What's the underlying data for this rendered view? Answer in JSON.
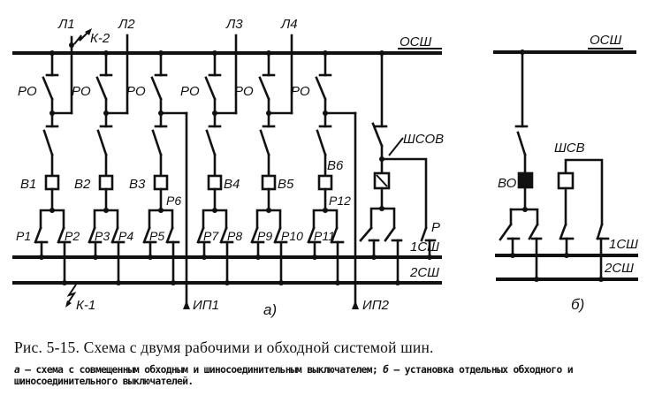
{
  "figure": {
    "panel_a_label": "а)",
    "panel_b_label": "б)"
  },
  "buses": {
    "bypass_a": "ОСШ",
    "bypass_b": "ОСШ",
    "bus1_a": "1СШ",
    "bus2_a": "2СШ",
    "bus1_b": "1СШ",
    "bus2_b": "2СШ"
  },
  "lines": [
    "Л1",
    "Л2",
    "Л3",
    "Л4"
  ],
  "faults": {
    "k1": "К-1",
    "k2": "К-2"
  },
  "sources": {
    "ip1": "ИП1",
    "ip2": "ИП2"
  },
  "bypass_disconnectors": [
    "РО",
    "РО",
    "РО",
    "РО",
    "РО",
    "РО"
  ],
  "breakers": [
    "В1",
    "В2",
    "В3",
    "В4",
    "В5",
    "В6"
  ],
  "bus_disconnectors": [
    "Р1",
    "Р2",
    "Р3",
    "Р4",
    "Р5",
    "Р6",
    "Р7",
    "Р8",
    "Р9",
    "Р10",
    "Р11",
    "Р12"
  ],
  "combined_breaker_a": "ШСОВ",
  "combined_disconnector_a": "Р",
  "bypass_breaker_b": "ВО",
  "bus_coupler_b": "ШСВ",
  "caption": {
    "title": "Рис. 5-15. Схема с двумя рабочими и обходной системой шин.",
    "desc_a_letter": "а",
    "desc_a": " — схема с совмещенным обходным и шиносоединительным выключателем; ",
    "desc_b_letter": "б",
    "desc_b": " — установка отдельных обходного и шиносоединительного выключателей."
  }
}
